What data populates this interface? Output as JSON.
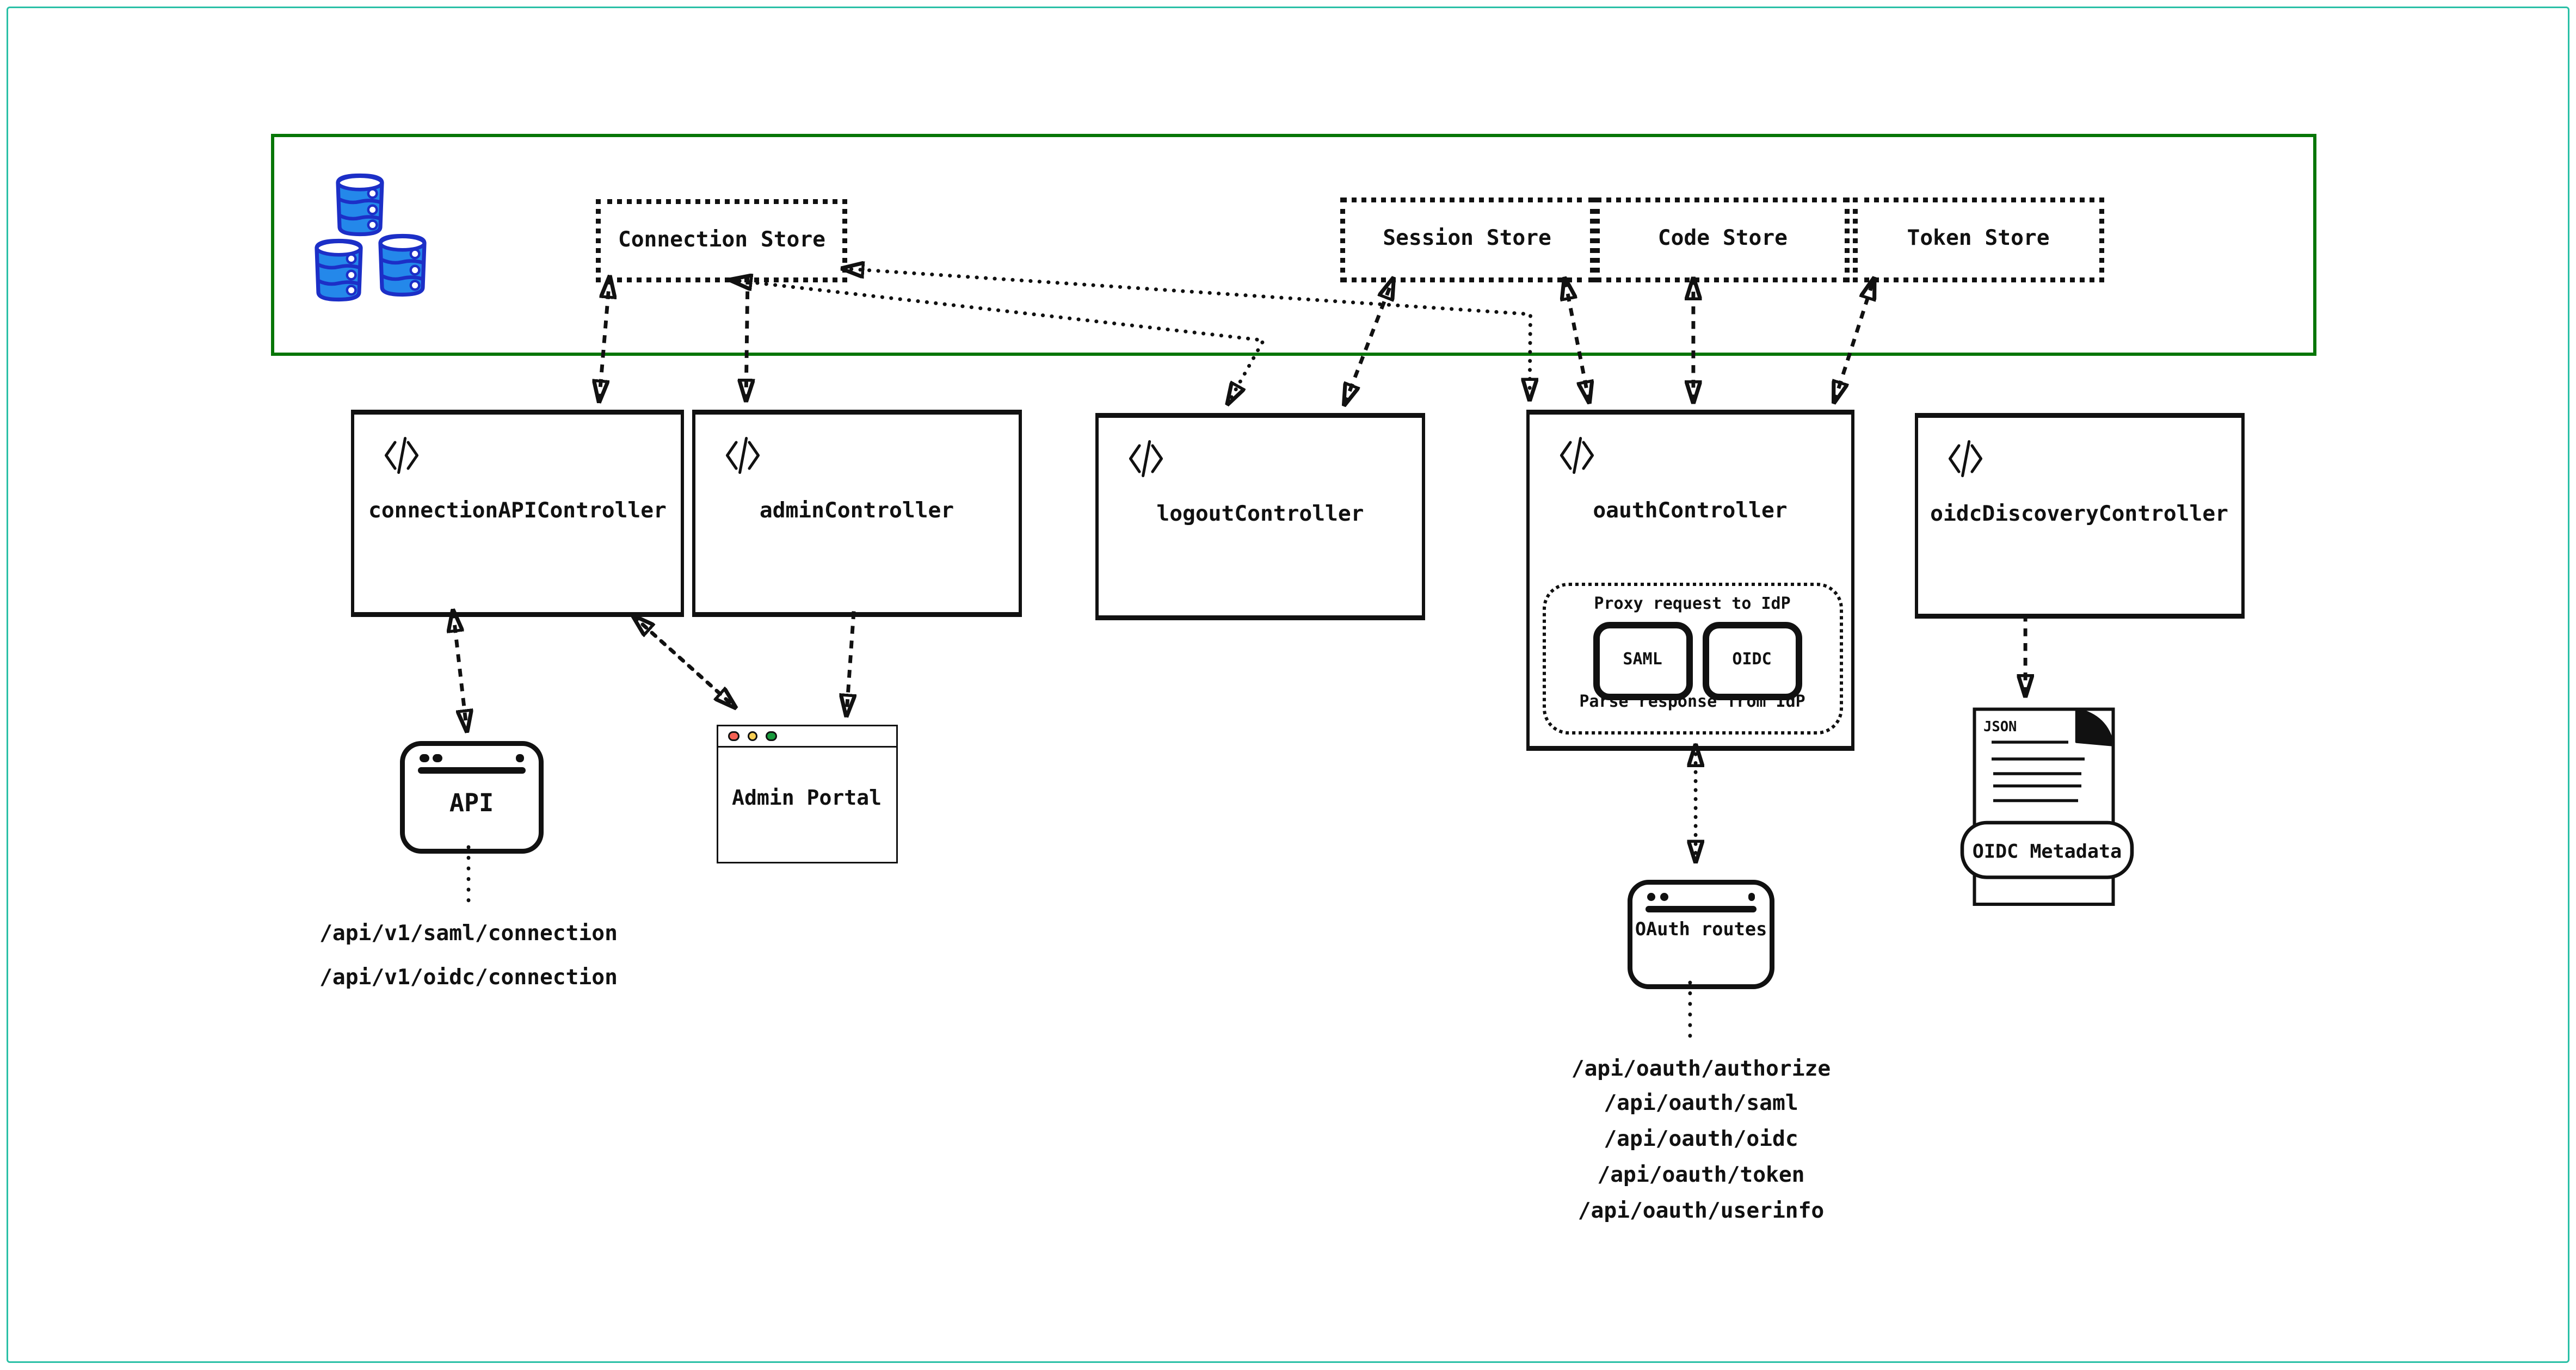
{
  "colors": {
    "frame_teal": "#2ac0a6",
    "storage_border_green": "#077607",
    "database_blue": "#2488ea",
    "database_outline_blue": "#1c2fc7",
    "ink": "#111111",
    "traffic_red": "#f56153",
    "traffic_yellow": "#f7ce55",
    "traffic_green": "#189a3c"
  },
  "icons": [
    "database-stack-icon",
    "code-icon",
    "browser-icon",
    "window-traffic-lights-icon",
    "json-file-icon"
  ],
  "storage": {
    "stores": [
      {
        "label": "Connection Store"
      },
      {
        "label": "Session Store"
      },
      {
        "label": "Code Store"
      },
      {
        "label": "Token Store"
      }
    ]
  },
  "controllers": [
    {
      "label": "connectionAPIController"
    },
    {
      "label": "adminController"
    },
    {
      "label": "logoutController"
    },
    {
      "label": "oauthController"
    },
    {
      "label": "oidcDiscoveryController"
    }
  ],
  "oauth_internals": {
    "proxy_label": "Proxy request to IdP",
    "protocols": [
      "SAML",
      "OIDC"
    ],
    "parse_label": "Parse response from IdP"
  },
  "clients": {
    "api": {
      "label": "API",
      "endpoints": [
        "/api/v1/saml/connection",
        "/api/v1/oidc/connection"
      ]
    },
    "admin_portal": {
      "label": "Admin Portal"
    },
    "oauth_routes": {
      "label": "OAuth routes",
      "endpoints": [
        "/api/oauth/authorize",
        "/api/oauth/saml",
        "/api/oauth/oidc",
        "/api/oauth/token",
        "/api/oauth/userinfo"
      ]
    },
    "oidc_metadata": {
      "file_type": "JSON",
      "label": "OIDC Metadata"
    }
  }
}
